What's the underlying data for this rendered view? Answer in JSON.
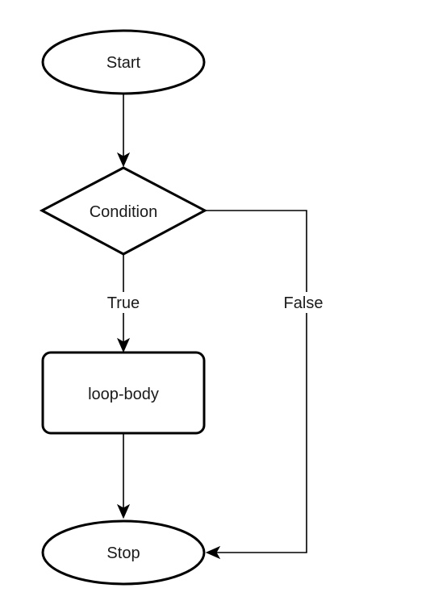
{
  "diagram": {
    "type": "flowchart",
    "nodes": {
      "start": {
        "label": "Start",
        "shape": "terminator"
      },
      "condition": {
        "label": "Condition",
        "shape": "decision"
      },
      "loop_body": {
        "label": "loop-body",
        "shape": "process"
      },
      "stop": {
        "label": "Stop",
        "shape": "terminator"
      }
    },
    "edges": {
      "start_to_condition": {
        "from": "Start",
        "to": "Condition",
        "label": ""
      },
      "condition_true": {
        "from": "Condition",
        "to": "loop-body",
        "label": "True"
      },
      "condition_false": {
        "from": "Condition",
        "to": "Stop",
        "label": "False"
      },
      "body_to_stop": {
        "from": "loop-body",
        "to": "Stop",
        "label": ""
      }
    }
  },
  "colors": {
    "stroke": "#000000",
    "fill": "#ffffff",
    "text": "#1a1a1a"
  }
}
